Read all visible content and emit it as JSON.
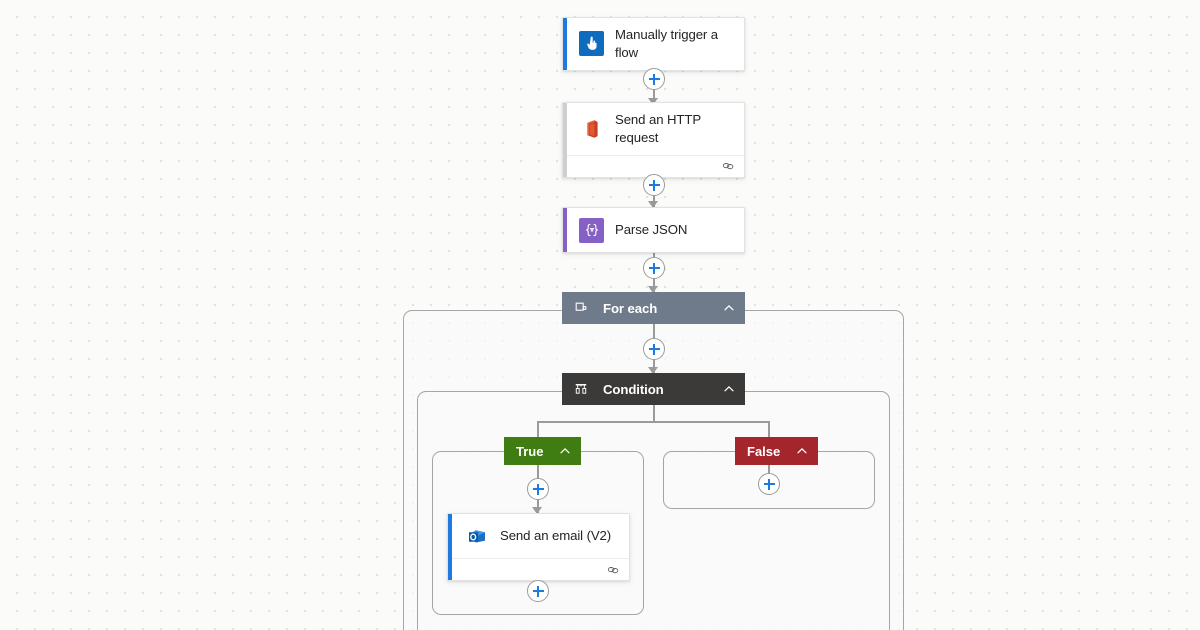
{
  "canvas": {
    "background_color": "#fbfbfa",
    "grid_dot_color": "#d8d8d8",
    "connector_color": "#9a9a9a"
  },
  "flow": {
    "nodes": [
      {
        "id": "trigger",
        "title": "Manually trigger a flow",
        "icon": "manual-trigger-icon",
        "icon_bg": "#0f6cbd",
        "accent_color": "#1f7ae0",
        "has_footer": false
      },
      {
        "id": "http",
        "title": "Send an HTTP request",
        "icon": "office365-icon",
        "icon_bg": "#ffffff",
        "accent_color": "#bfbfbf",
        "has_footer": true,
        "footer_icon": "link-icon"
      },
      {
        "id": "parse-json",
        "title": "Parse JSON",
        "icon": "parse-json-icon",
        "icon_bg": "#8661c5",
        "accent_color": "#8661c5",
        "has_footer": false
      },
      {
        "id": "send-email",
        "title": "Send an email (V2)",
        "icon": "outlook-icon",
        "icon_bg": "#ffffff",
        "accent_color": "#1f7ae0",
        "has_footer": true,
        "footer_icon": "link-icon"
      }
    ],
    "scopes": [
      {
        "id": "for-each",
        "title": "For each",
        "icon": "loop-icon",
        "header_color": "#6f7b8b",
        "collapse_icon": "chevron-up-icon"
      },
      {
        "id": "condition",
        "title": "Condition",
        "icon": "condition-icon",
        "header_color": "#3b3a39",
        "collapse_icon": "chevron-up-icon"
      }
    ],
    "branches": [
      {
        "id": "true-branch",
        "label": "True",
        "color": "#3f7d12",
        "collapse_icon": "chevron-up-icon"
      },
      {
        "id": "false-branch",
        "label": "False",
        "color": "#a4262c",
        "collapse_icon": "chevron-up-icon"
      }
    ],
    "add_buttons": [
      {
        "id": "add-after-trigger",
        "icon": "plus-icon"
      },
      {
        "id": "add-after-http",
        "icon": "plus-icon"
      },
      {
        "id": "add-after-parse-json",
        "icon": "plus-icon"
      },
      {
        "id": "add-inside-for-each",
        "icon": "plus-icon"
      },
      {
        "id": "add-true-before-email",
        "icon": "plus-icon"
      },
      {
        "id": "add-true-after-email",
        "icon": "plus-icon"
      },
      {
        "id": "add-false-branch",
        "icon": "plus-icon"
      }
    ]
  }
}
